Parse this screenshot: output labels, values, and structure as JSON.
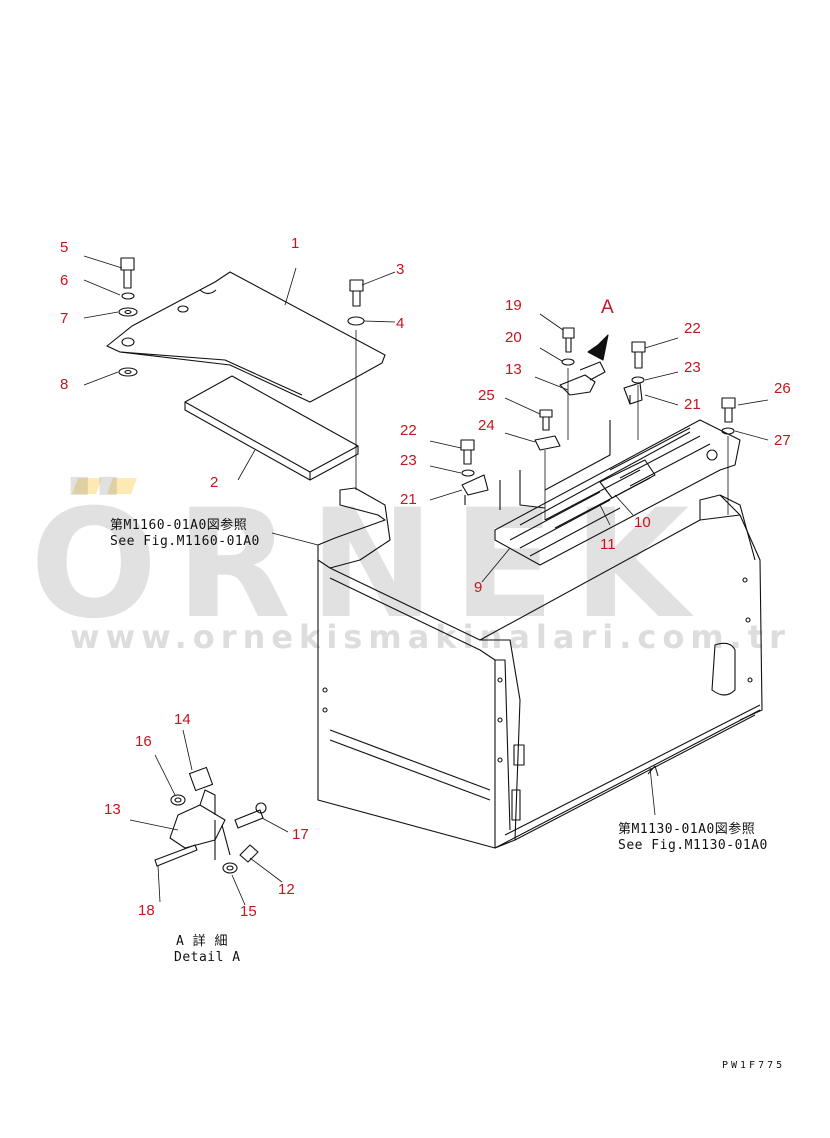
{
  "callouts": [
    "1",
    "2",
    "3",
    "4",
    "5",
    "6",
    "7",
    "8",
    "9",
    "10",
    "11",
    "12",
    "13",
    "13",
    "14",
    "15",
    "16",
    "17",
    "18",
    "19",
    "20",
    "21",
    "21",
    "22",
    "22",
    "23",
    "23",
    "24",
    "25",
    "26",
    "27"
  ],
  "view_label": "A",
  "refs": {
    "upper_jp": "第M1160-01A0図参照",
    "upper_en": "See Fig.M1160-01A0",
    "lower_jp": "第M1130-01A0図参照",
    "lower_en": "See Fig.M1130-01A0",
    "detail_jp": "A 詳 細",
    "detail_en": "Detail A"
  },
  "drawing_code": "PW1F775",
  "watermark": {
    "brand": "ÖRNEK",
    "url": "www.ornekismakinalari.com.tr"
  },
  "colors": {
    "callout": "#c8141e",
    "line": "#111111"
  }
}
